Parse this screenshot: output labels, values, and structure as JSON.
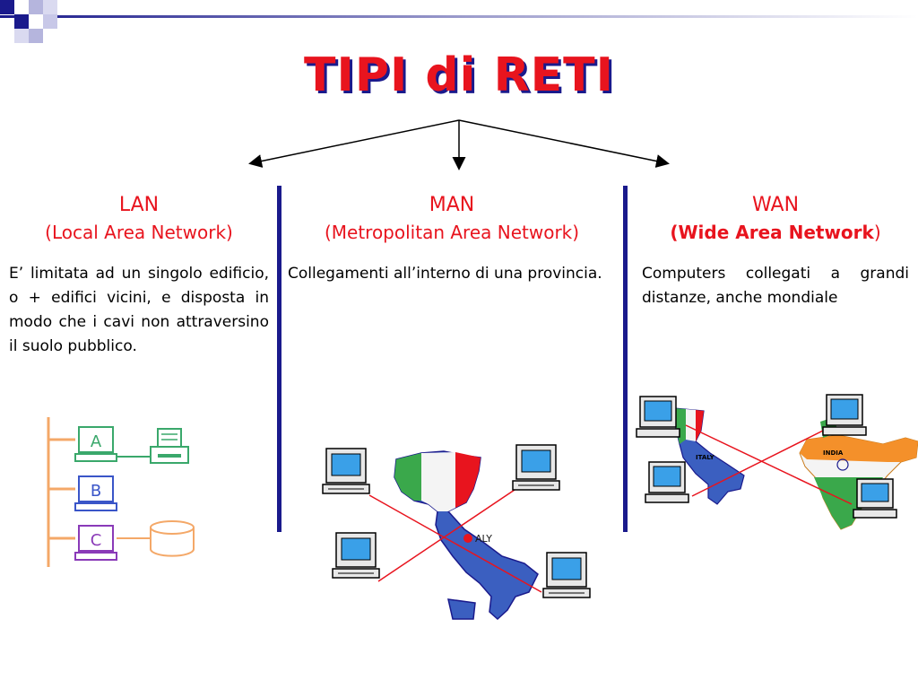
{
  "slide": {
    "title": "TIPI di RETI"
  },
  "columns": [
    {
      "heading": "LAN",
      "subtitle": "(Local Area Network)",
      "description": "E’ limitata ad un singolo edificio, o + edifici vicini, e disposta in modo che i cavi non attraversino il suolo pubblico.",
      "diagram": {
        "nodes": [
          "A",
          "B",
          "C"
        ]
      }
    },
    {
      "heading": "MAN",
      "subtitle": "(Metropolitan Area Network)",
      "description": "Collegamenti all’interno di una provincia.",
      "map_label": "ALY"
    },
    {
      "heading": "WAN",
      "subtitle_main": "(Wide Area Network",
      "subtitle_close": ")",
      "description": "Computers collegati a grandi distanze, anche mondiale",
      "map_labels": [
        "ITALY",
        "INDIA"
      ]
    }
  ],
  "colors": {
    "title": "#e8141e",
    "title_shadow": "#1a1a8c",
    "divider": "#1a1a8c",
    "link_line": "#e8141e"
  }
}
